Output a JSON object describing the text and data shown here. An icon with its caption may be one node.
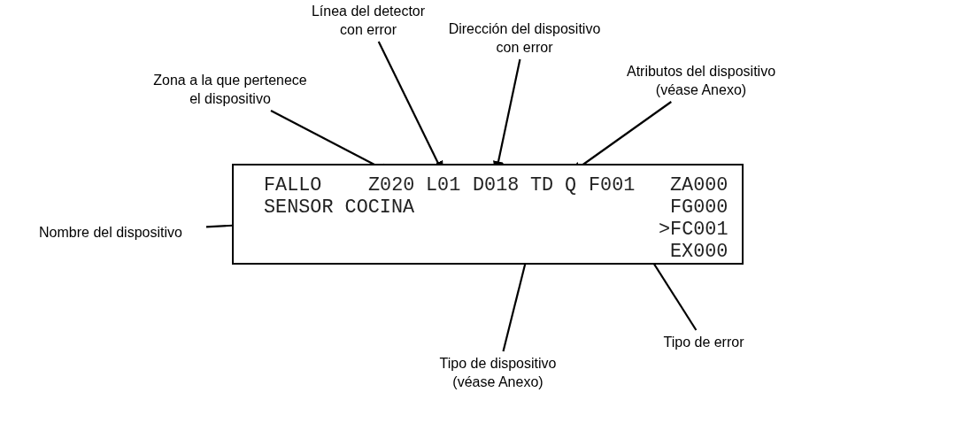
{
  "diagram": {
    "nodes": [
      {
        "text": [],
        "shape": "box"
      },
      {
        "text": [
          "FALLO"
        ],
        "in": 0
      },
      {
        "text": [
          "Z020"
        ],
        "in": 0
      },
      {
        "text": [
          "L01"
        ],
        "in": 0
      },
      {
        "text": [
          "D018"
        ],
        "in": 0
      },
      {
        "text": [
          "TD"
        ],
        "in": 0
      },
      {
        "text": [
          "Q"
        ],
        "in": 0
      },
      {
        "text": [
          "F001"
        ],
        "in": 0
      },
      {
        "text": [
          "ZA000"
        ],
        "in": 0
      },
      {
        "text": [
          "SENSOR COCINA"
        ],
        "in": 0
      },
      {
        "text": [
          "FG000"
        ],
        "in": 0
      },
      {
        "text": [
          ">FC001"
        ],
        "in": 0
      },
      {
        "text": [
          "EX000"
        ],
        "in": 0
      },
      {
        "text": [
          "Línea del detector con error"
        ]
      },
      {
        "text": [
          "Dirección del dispositivo con error"
        ]
      },
      {
        "text": [
          "Atributos del dispositivo (véase Anexo)"
        ]
      },
      {
        "text": [
          "Zona a la que pertenece el dispositivo"
        ]
      },
      {
        "text": [
          "Nombre del dispositivo"
        ]
      },
      {
        "text": [
          "Tipo de dispositivo (véase Anexo)"
        ]
      },
      {
        "text": [
          "Tipo de error"
        ]
      }
    ],
    "edges": [
      {
        "from": 13,
        "to": 3,
        "arrow": "to"
      },
      {
        "from": 14,
        "to": 4,
        "arrow": "to"
      },
      {
        "from": 15,
        "to": 6,
        "arrow": "to"
      },
      {
        "from": 16,
        "to": 2,
        "arrow": "to"
      },
      {
        "from": 17,
        "to": 9,
        "arrow": "to"
      },
      {
        "from": 18,
        "to": 5,
        "arrow": "to"
      },
      {
        "from": 19,
        "to": 7,
        "arrow": "to"
      }
    ]
  }
}
